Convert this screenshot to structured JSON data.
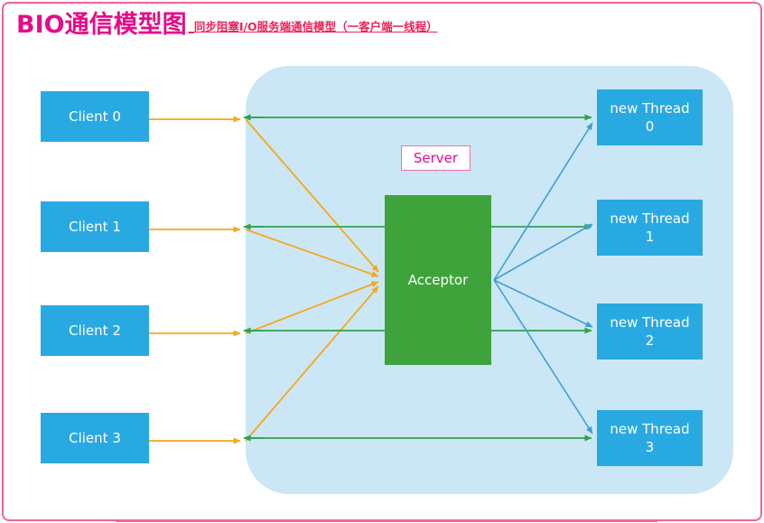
{
  "title": {
    "main": "BIO通信模型图",
    "subtitle": "_同步阻塞I/O服务端通信模型（一客户端一线程）"
  },
  "server_box": {
    "label": "Server"
  },
  "acceptor": {
    "label": "Acceptor"
  },
  "clients": [
    {
      "label": "Client 0"
    },
    {
      "label": "Client 1"
    },
    {
      "label": "Client 2"
    },
    {
      "label": "Client 3"
    }
  ],
  "threads": [
    {
      "line1": "new Thread",
      "line2": "0"
    },
    {
      "line1": "new Thread",
      "line2": "1"
    },
    {
      "line1": "new Thread",
      "line2": "2"
    },
    {
      "line1": "new Thread",
      "line2": "3"
    }
  ],
  "colors": {
    "node_blue": "#29a9e1",
    "acceptor_green": "#3fa33c",
    "container_blue": "#cbe7f5",
    "arrow_orange": "#f5a81c",
    "arrow_green": "#31a24c",
    "arrow_blue": "#3e9fd4",
    "accent_pink": "#e60b8a",
    "subtitle_red": "#ed2358",
    "frame_pink": "#f1649c",
    "server_border_pink": "#f06eaa"
  }
}
